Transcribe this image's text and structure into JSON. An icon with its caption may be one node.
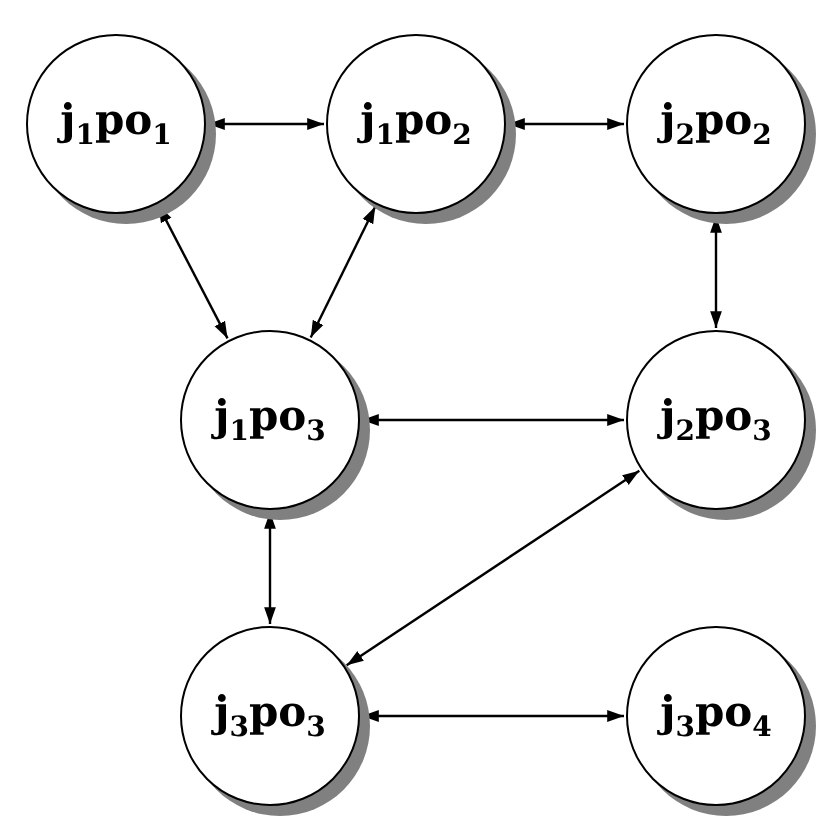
{
  "diagram": {
    "nodes": [
      {
        "text": [
          "j$_{1}$po$_{1}$"
        ]
      },
      {
        "text": [
          "j$_{1}$po$_{2}$"
        ]
      },
      {
        "text": [
          "j$_{2}$po$_{2}$"
        ]
      },
      {
        "text": [
          "j$_{1}$po$_{3}$"
        ]
      },
      {
        "text": [
          "j$_{2}$po$_{3}$"
        ]
      },
      {
        "text": [
          "j$_{3}$po$_{3}$"
        ]
      },
      {
        "text": [
          "j$_{3}$po$_{4}$"
        ]
      }
    ],
    "edges": [
      {
        "from": 0,
        "to": 1,
        "arrow": "both"
      },
      {
        "from": 1,
        "to": 2,
        "arrow": "both"
      },
      {
        "from": 0,
        "to": 3,
        "arrow": "both"
      },
      {
        "from": 1,
        "to": 3,
        "arrow": "both"
      },
      {
        "from": 2,
        "to": 4,
        "arrow": "both"
      },
      {
        "from": 3,
        "to": 4,
        "arrow": "both"
      },
      {
        "from": 3,
        "to": 5,
        "arrow": "both"
      },
      {
        "from": 4,
        "to": 5,
        "arrow": "both"
      },
      {
        "from": 5,
        "to": 6,
        "arrow": "both"
      }
    ]
  }
}
